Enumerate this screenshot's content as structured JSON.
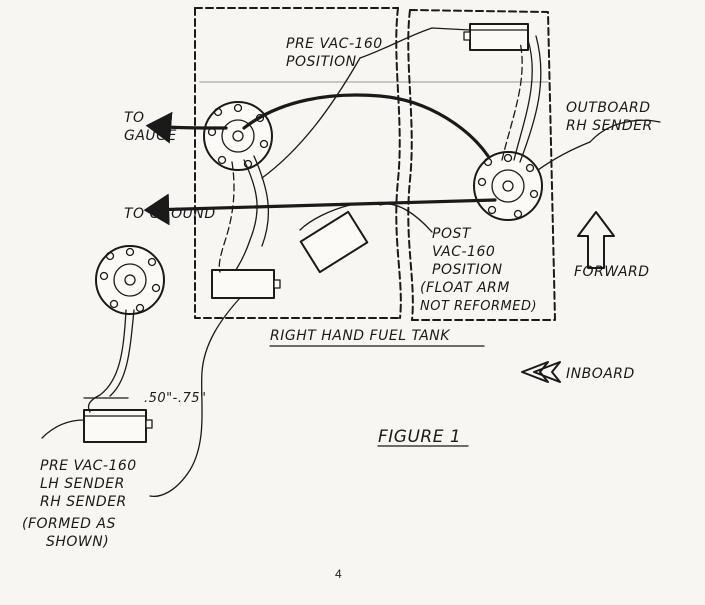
{
  "labels": {
    "pre_vac_position": [
      "PRE VAC-160",
      "POSITION"
    ],
    "to_gauge": [
      "TO",
      "GAUGE"
    ],
    "to_ground": "TO GROUND",
    "outboard_sender": [
      "OUTBOARD",
      "RH SENDER"
    ],
    "post_vac_position": [
      "POST",
      "VAC-160",
      "POSITION",
      "(FLOAT ARM",
      "NOT REFORMED)"
    ],
    "forward": "FORWARD",
    "tank_title": "RIGHT HAND FUEL TANK",
    "inboard": "INBOARD",
    "dimension": ".50\"-.75\"",
    "figure": "FIGURE 1",
    "pre_vac_lh": [
      "PRE VAC-160",
      "LH SENDER",
      "RH SENDER",
      "(FORMED AS",
      "SHOWN)"
    ],
    "page_number": "4"
  }
}
